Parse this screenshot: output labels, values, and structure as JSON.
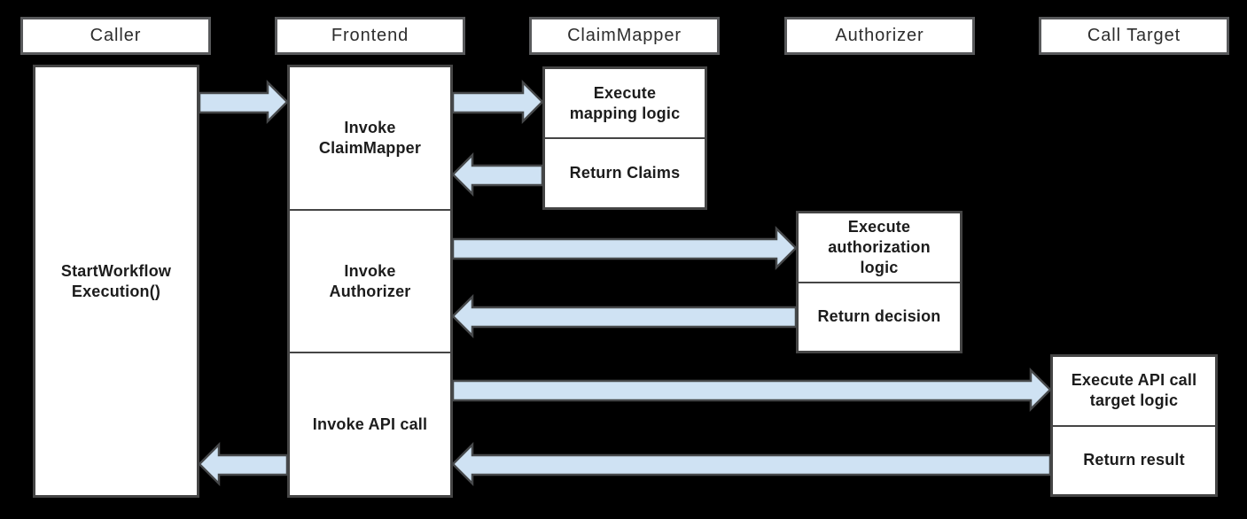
{
  "colors": {
    "background": "#000000",
    "box_fill": "#ffffff",
    "box_border": "#454545",
    "header_border": "#58595b",
    "arrow_fill": "#cfe2f3",
    "arrow_stroke": "#46484a",
    "text": "#1c1c1c",
    "header_text": "#2d2d2d"
  },
  "lifelines": [
    {
      "id": "caller",
      "label": "Caller"
    },
    {
      "id": "frontend",
      "label": "Frontend"
    },
    {
      "id": "claimmapper",
      "label": "ClaimMapper"
    },
    {
      "id": "authorizer",
      "label": "Authorizer"
    },
    {
      "id": "call-target",
      "label": "Call Target"
    }
  ],
  "activations": {
    "caller": {
      "label": "StartWorkflow\nExecution()"
    },
    "frontend": {
      "steps": [
        {
          "label": "Invoke\nClaimMapper"
        },
        {
          "label": "Invoke\nAuthorizer"
        },
        {
          "label": "Invoke API call"
        }
      ]
    },
    "claimmapper": {
      "steps": [
        {
          "label": "Execute\nmapping logic"
        },
        {
          "label": "Return Claims"
        }
      ]
    },
    "authorizer": {
      "steps": [
        {
          "label": "Execute\nauthorization\nlogic"
        },
        {
          "label": "Return decision"
        }
      ]
    },
    "call_target": {
      "steps": [
        {
          "label": "Execute API call\ntarget logic"
        },
        {
          "label": "Return result"
        }
      ]
    }
  },
  "messages": [
    {
      "from": "Caller",
      "to": "Frontend"
    },
    {
      "from": "Frontend",
      "to": "ClaimMapper"
    },
    {
      "from": "ClaimMapper",
      "to": "Frontend"
    },
    {
      "from": "Frontend",
      "to": "Authorizer"
    },
    {
      "from": "Authorizer",
      "to": "Frontend"
    },
    {
      "from": "Frontend",
      "to": "Call Target"
    },
    {
      "from": "Call Target",
      "to": "Frontend"
    },
    {
      "from": "Frontend",
      "to": "Caller"
    }
  ]
}
